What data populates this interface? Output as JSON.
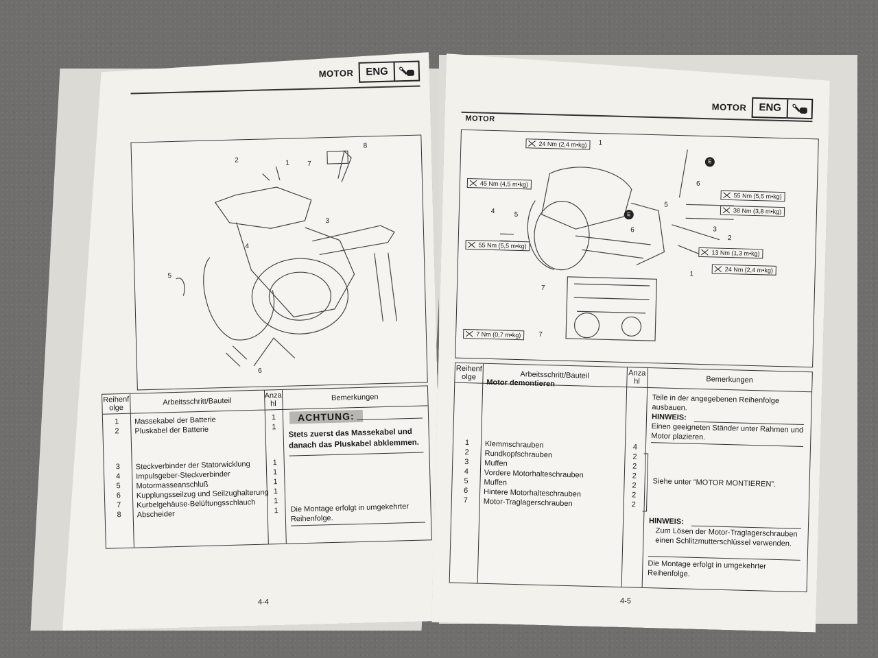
{
  "header": {
    "section": "MOTOR",
    "tag": "ENG"
  },
  "left_page": {
    "page_number": "4-4",
    "figure_labels": [
      "1",
      "2",
      "3",
      "4",
      "5",
      "6",
      "7",
      "8"
    ],
    "table": {
      "col_order": "Reihenfolge",
      "col_step": "Arbeitsschritt/Bauteil",
      "col_qty": "Anzahl",
      "col_remarks": "Bemerkungen",
      "rows": [
        {
          "order": "1",
          "step": "Massekabel der Batterie",
          "qty": "1"
        },
        {
          "order": "2",
          "step": "Pluskabel der Batterie",
          "qty": "1"
        },
        {
          "order": "3",
          "step": "Steckverbinder der Statorwicklung",
          "qty": "1"
        },
        {
          "order": "4",
          "step": "Impulsgeber-Steckverbinder",
          "qty": "1"
        },
        {
          "order": "5",
          "step": "Motormasseanschluß",
          "qty": "1"
        },
        {
          "order": "6",
          "step": "Kupplungsseilzug und Seilzughalterung",
          "qty": "1"
        },
        {
          "order": "7",
          "step": "Kurbelgehäuse-Belüftungsschlauch",
          "qty": "1"
        },
        {
          "order": "8",
          "step": "Abscheider",
          "qty": "1"
        }
      ],
      "achtung_label": "ACHTUNG:",
      "achtung_text": "Stets zuerst das Massekabel und danach das Pluskabel abklemmen.",
      "assembly_note": "Die Montage erfolgt in umgekehrter Reihenfolge."
    }
  },
  "right_page": {
    "page_title": "MOTOR",
    "page_number": "4-5",
    "torques": [
      "24 Nm (2,4 m•kg)",
      "45 Nm (4,5 m•kg)",
      "55 Nm (5,5 m•kg)",
      "55 Nm (5,5 m•kg)",
      "38 Nm (3,8 m•kg)",
      "13 Nm (1,3 m•kg)",
      "24 Nm (2,4 m•kg)",
      "7 Nm (0,7 m•kg)"
    ],
    "figure_labels": [
      "1",
      "4",
      "5",
      "6",
      "5",
      "6",
      "7",
      "7",
      "3",
      "2",
      "1",
      "E",
      "E"
    ],
    "table": {
      "col_order": "Reihenfolge",
      "col_step": "Arbeitsschritt/Bauteil",
      "col_qty": "Anzahl",
      "col_remarks": "Bemerkungen",
      "heading": "Motor demontieren",
      "intro": "Teile in der angegebenen Reihenfolge ausbauen.",
      "hinweis1_label": "HINWEIS:",
      "hinweis1_text": "Einen geeigneten Ständer unter Rahmen und Motor plazieren.",
      "rows": [
        {
          "order": "1",
          "step": "Klemmschrauben",
          "qty": "4"
        },
        {
          "order": "2",
          "step": "Rundkopfschrauben",
          "qty": "2"
        },
        {
          "order": "3",
          "step": "Muffen",
          "qty": "2"
        },
        {
          "order": "4",
          "step": "Vordere Motorhalteschrauben",
          "qty": "2"
        },
        {
          "order": "5",
          "step": "Muffen",
          "qty": "2"
        },
        {
          "order": "6",
          "step": "Hintere Motorhalteschrauben",
          "qty": "2"
        },
        {
          "order": "7",
          "step": "Motor-Traglagerschrauben",
          "qty": "2"
        }
      ],
      "bracket_note": "Siehe unter “MOTOR MONTIEREN”.",
      "hinweis2_label": "HINWEIS:",
      "hinweis2_text": "Zum Lösen der Motor-Traglagerschrauben einen Schlitzmutterschlüssel verwenden.",
      "assembly_note": "Die Montage erfolgt in umgekehrter Reihenfolge."
    }
  }
}
